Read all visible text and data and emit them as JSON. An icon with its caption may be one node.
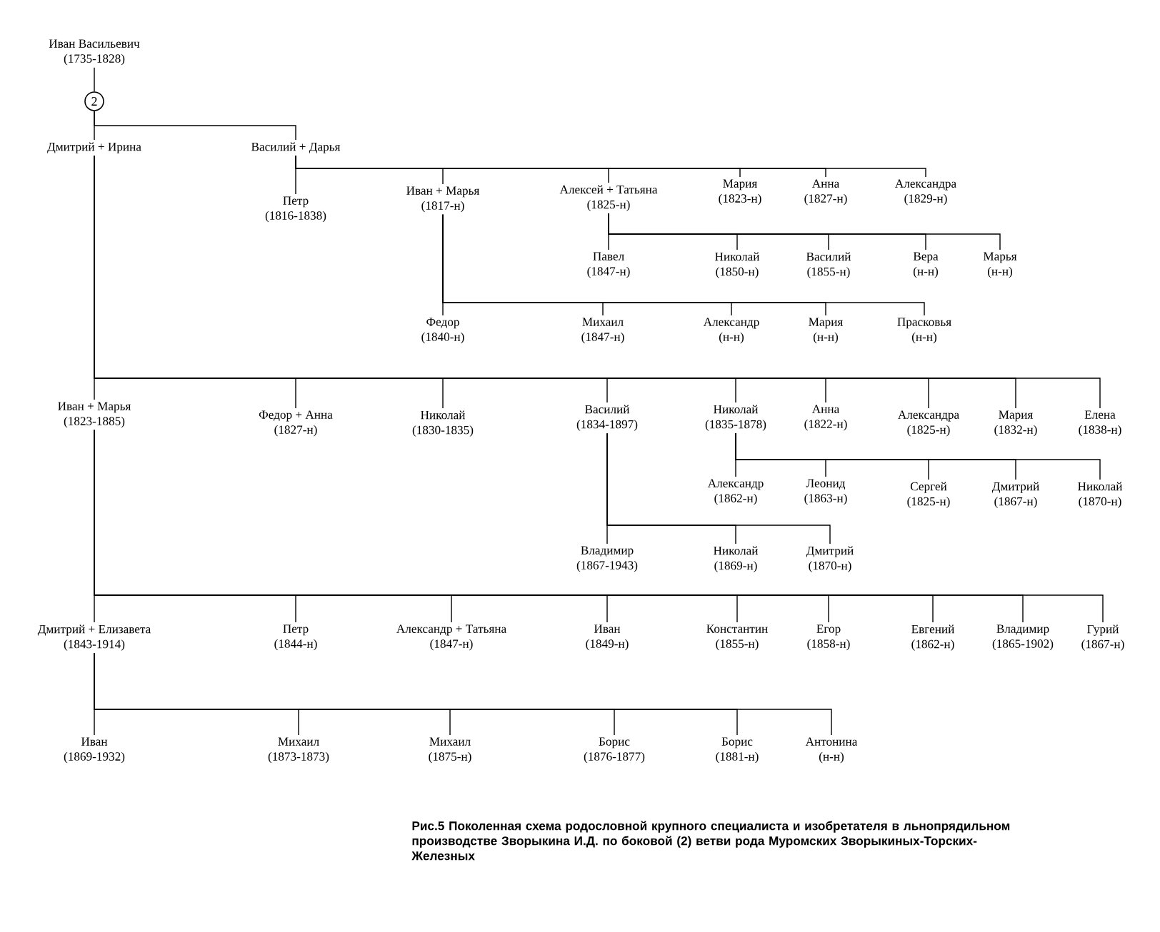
{
  "diagram": {
    "caption": "Рис.5 Поколенная схема родословной крупного специалиста и изобретателя в льнопрядильном производстве Зворыкина И.Д. по боковой (2) ветви рода Муромских Зворыкиных-Торских-Железных",
    "nodes": [
      {
        "text": [
          "Иван Васильевич",
          "(1735-1828)"
        ]
      },
      {
        "text": [
          "2"
        ]
      },
      {
        "text": [
          "Дмитрий + Ирина"
        ]
      },
      {
        "text": [
          "Василий + Дарья"
        ]
      },
      {
        "text": [
          "Петр",
          "(1816-1838)"
        ]
      },
      {
        "text": [
          "Иван + Марья",
          "(1817-н)"
        ]
      },
      {
        "text": [
          "Алексей + Татьяна",
          "(1825-н)"
        ]
      },
      {
        "text": [
          "Мария",
          "(1823-н)"
        ]
      },
      {
        "text": [
          "Анна",
          "(1827-н)"
        ]
      },
      {
        "text": [
          "Александра",
          "(1829-н)"
        ]
      },
      {
        "text": [
          "Павел",
          "(1847-н)"
        ]
      },
      {
        "text": [
          "Николай",
          "(1850-н)"
        ]
      },
      {
        "text": [
          "Василий",
          "(1855-н)"
        ]
      },
      {
        "text": [
          "Вера",
          "(н-н)"
        ]
      },
      {
        "text": [
          "Марья",
          "(н-н)"
        ]
      },
      {
        "text": [
          "Федор",
          "(1840-н)"
        ]
      },
      {
        "text": [
          "Михаил",
          "(1847-н)"
        ]
      },
      {
        "text": [
          "Александр",
          "(н-н)"
        ]
      },
      {
        "text": [
          "Мария",
          "(н-н)"
        ]
      },
      {
        "text": [
          "Прасковья",
          "(н-н)"
        ]
      },
      {
        "text": [
          "Иван + Марья",
          "(1823-1885)"
        ]
      },
      {
        "text": [
          "Федор + Анна",
          "(1827-н)"
        ]
      },
      {
        "text": [
          "Николай",
          "(1830-1835)"
        ]
      },
      {
        "text": [
          "Василий",
          "(1834-1897)"
        ]
      },
      {
        "text": [
          "Николай",
          "(1835-1878)"
        ]
      },
      {
        "text": [
          "Анна",
          "(1822-н)"
        ]
      },
      {
        "text": [
          "Александра",
          "(1825-н)"
        ]
      },
      {
        "text": [
          "Мария",
          "(1832-н)"
        ]
      },
      {
        "text": [
          "Елена",
          "(1838-н)"
        ]
      },
      {
        "text": [
          "Александр",
          "(1862-н)"
        ]
      },
      {
        "text": [
          "Леонид",
          "(1863-н)"
        ]
      },
      {
        "text": [
          "Сергей",
          "(1825-н)"
        ]
      },
      {
        "text": [
          "Дмитрий",
          "(1867-н)"
        ]
      },
      {
        "text": [
          "Николай",
          "(1870-н)"
        ]
      },
      {
        "text": [
          "Владимир",
          "(1867-1943)"
        ]
      },
      {
        "text": [
          "Николай",
          "(1869-н)"
        ]
      },
      {
        "text": [
          "Дмитрий",
          "(1870-н)"
        ]
      },
      {
        "text": [
          "Дмитрий + Елизавета",
          "(1843-1914)"
        ]
      },
      {
        "text": [
          "Петр",
          "(1844-н)"
        ]
      },
      {
        "text": [
          "Александр + Татьяна",
          "(1847-н)"
        ]
      },
      {
        "text": [
          "Иван",
          "(1849-н)"
        ]
      },
      {
        "text": [
          "Константин",
          "(1855-н)"
        ]
      },
      {
        "text": [
          "Егор",
          "(1858-н)"
        ]
      },
      {
        "text": [
          "Евгений",
          "(1862-н)"
        ]
      },
      {
        "text": [
          "Владимир",
          "(1865-1902)"
        ]
      },
      {
        "text": [
          "Гурий",
          "(1867-н)"
        ]
      },
      {
        "text": [
          "Иван",
          "(1869-1932)"
        ]
      },
      {
        "text": [
          "Михаил",
          "(1873-1873)"
        ]
      },
      {
        "text": [
          "Михаил",
          "(1875-н)"
        ]
      },
      {
        "text": [
          "Борис",
          "(1876-1877)"
        ]
      },
      {
        "text": [
          "Борис",
          "(1881-н)"
        ]
      },
      {
        "text": [
          "Антонина",
          "(н-н)"
        ]
      }
    ],
    "edges": [
      {
        "from": 0,
        "to": 1,
        "arrow": "none"
      },
      {
        "from": 1,
        "to": 2,
        "arrow": "none"
      },
      {
        "from": 1,
        "to": 3,
        "arrow": "none"
      },
      {
        "from": 3,
        "to": 4,
        "arrow": "none"
      },
      {
        "from": 3,
        "to": 5,
        "arrow": "none"
      },
      {
        "from": 3,
        "to": 6,
        "arrow": "none"
      },
      {
        "from": 3,
        "to": 7,
        "arrow": "none"
      },
      {
        "from": 3,
        "to": 8,
        "arrow": "none"
      },
      {
        "from": 3,
        "to": 9,
        "arrow": "none"
      },
      {
        "from": 6,
        "to": 10,
        "arrow": "none"
      },
      {
        "from": 6,
        "to": 11,
        "arrow": "none"
      },
      {
        "from": 6,
        "to": 12,
        "arrow": "none"
      },
      {
        "from": 6,
        "to": 13,
        "arrow": "none"
      },
      {
        "from": 6,
        "to": 14,
        "arrow": "none"
      },
      {
        "from": 5,
        "to": 15,
        "arrow": "none"
      },
      {
        "from": 5,
        "to": 16,
        "arrow": "none"
      },
      {
        "from": 5,
        "to": 17,
        "arrow": "none"
      },
      {
        "from": 5,
        "to": 18,
        "arrow": "none"
      },
      {
        "from": 5,
        "to": 19,
        "arrow": "none"
      },
      {
        "from": 2,
        "to": 20,
        "arrow": "none"
      },
      {
        "from": 2,
        "to": 21,
        "arrow": "none"
      },
      {
        "from": 2,
        "to": 22,
        "arrow": "none"
      },
      {
        "from": 2,
        "to": 23,
        "arrow": "none"
      },
      {
        "from": 2,
        "to": 24,
        "arrow": "none"
      },
      {
        "from": 2,
        "to": 25,
        "arrow": "none"
      },
      {
        "from": 2,
        "to": 26,
        "arrow": "none"
      },
      {
        "from": 2,
        "to": 27,
        "arrow": "none"
      },
      {
        "from": 2,
        "to": 28,
        "arrow": "none"
      },
      {
        "from": 24,
        "to": 29,
        "arrow": "none"
      },
      {
        "from": 24,
        "to": 30,
        "arrow": "none"
      },
      {
        "from": 24,
        "to": 31,
        "arrow": "none"
      },
      {
        "from": 24,
        "to": 32,
        "arrow": "none"
      },
      {
        "from": 24,
        "to": 33,
        "arrow": "none"
      },
      {
        "from": 23,
        "to": 34,
        "arrow": "none"
      },
      {
        "from": 23,
        "to": 35,
        "arrow": "none"
      },
      {
        "from": 23,
        "to": 36,
        "arrow": "none"
      },
      {
        "from": 20,
        "to": 37,
        "arrow": "none"
      },
      {
        "from": 20,
        "to": 38,
        "arrow": "none"
      },
      {
        "from": 20,
        "to": 39,
        "arrow": "none"
      },
      {
        "from": 20,
        "to": 40,
        "arrow": "none"
      },
      {
        "from": 20,
        "to": 41,
        "arrow": "none"
      },
      {
        "from": 20,
        "to": 42,
        "arrow": "none"
      },
      {
        "from": 20,
        "to": 43,
        "arrow": "none"
      },
      {
        "from": 20,
        "to": 44,
        "arrow": "none"
      },
      {
        "from": 20,
        "to": 45,
        "arrow": "none"
      },
      {
        "from": 37,
        "to": 46,
        "arrow": "none"
      },
      {
        "from": 37,
        "to": 47,
        "arrow": "none"
      },
      {
        "from": 37,
        "to": 48,
        "arrow": "none"
      },
      {
        "from": 37,
        "to": 49,
        "arrow": "none"
      },
      {
        "from": 37,
        "to": 50,
        "arrow": "none"
      },
      {
        "from": 37,
        "to": 51,
        "arrow": "none"
      }
    ]
  }
}
